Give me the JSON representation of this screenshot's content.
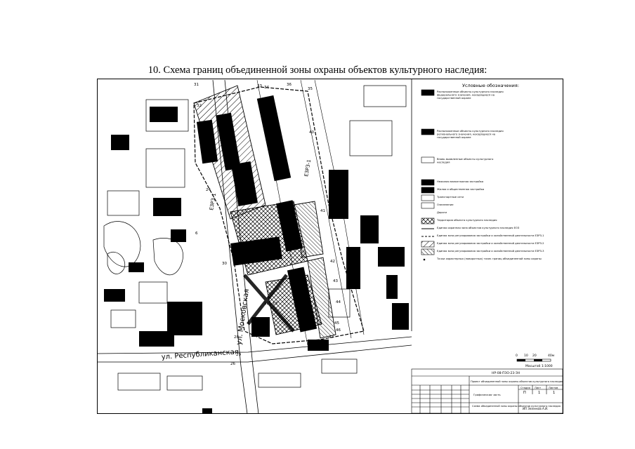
{
  "page": {
    "title": "10. Схема границ объединенной зоны охраны объектов культурного наследия:"
  },
  "map": {
    "streets": {
      "moskovskaya": "ул. Московская",
      "respublikanskaya": "ул. Республиканская"
    },
    "zone_labels": {
      "ezrz_1_left": "ЕЗРЗ-1",
      "ezrz_1_right": "ЕЗРЗ-1"
    },
    "points": [
      "32",
      "33",
      "34",
      "35",
      "36",
      "40",
      "41",
      "42",
      "43",
      "44",
      "45",
      "46",
      "47",
      "12",
      "13",
      "28",
      "29",
      "30",
      "26",
      "24",
      "6",
      "31"
    ],
    "colors": {
      "building": "#000000",
      "line": "#000000",
      "hatch": "#000000",
      "paper": "#ffffff"
    }
  },
  "legend": {
    "title": "Условные обозначения:",
    "items": [
      {
        "kind": "solid-black",
        "text": "Расположенные объекты культурного наследия федерального значения, находящиеся на государственной охране"
      },
      {
        "kind": "solid-black",
        "text": "Расположенные объекты культурного наследия регионального значения, находящиеся на государственной охране"
      },
      {
        "kind": "empty",
        "text": "Вновь выявленные объекты культурного наследия"
      },
      {
        "kind": "solid-black",
        "text": "Нежилая малоэтажная застройка"
      },
      {
        "kind": "solid-black",
        "text": "Жилая и общественная застройка"
      },
      {
        "kind": "empty",
        "text": "Транспортные сети"
      },
      {
        "kind": "empty",
        "text": "Озеленение"
      },
      {
        "kind": "none",
        "text": "Дороги"
      },
      {
        "kind": "cross-hatch",
        "text": "Территория объекта культурного наследия"
      },
      {
        "kind": "line",
        "text": "Единая охранная зона объектов культурного наследия ЕОЗ"
      },
      {
        "kind": "dashed",
        "text": "Единая зона регулирования застройки и хозяйственной деятельности ЕЗРЗ-1"
      },
      {
        "kind": "hatch",
        "text": "Единая зона регулирования застройки и хозяйственной деятельности ЕЗРЗ-2"
      },
      {
        "kind": "hatch-dense",
        "text": "Единая зона регулирования застройки и хозяйственной деятельности ЕЗРЗ-3"
      },
      {
        "kind": "point",
        "text": "Точки характерных (поворотных) точек границ объединенной зоны охраны"
      }
    ]
  },
  "scale": {
    "ticks": [
      "0",
      "10",
      "20",
      "40м"
    ],
    "label": "Масштаб 1:1000"
  },
  "title_block": {
    "code": "НР-08-ПЗО-23-ЗН",
    "project": "Проект объединенной зоны охраны объектов культурного наследия",
    "stage_header": "Стадия",
    "sheet_header": "Лист",
    "sheets_header": "Листов",
    "stage": "П",
    "sheet": "1",
    "sheets": "1",
    "part": "Графическая часть",
    "drawing_title": "Схема объединенной зоны охраны объектов культурного наследия",
    "org": "ИП Зезенков А.И."
  }
}
